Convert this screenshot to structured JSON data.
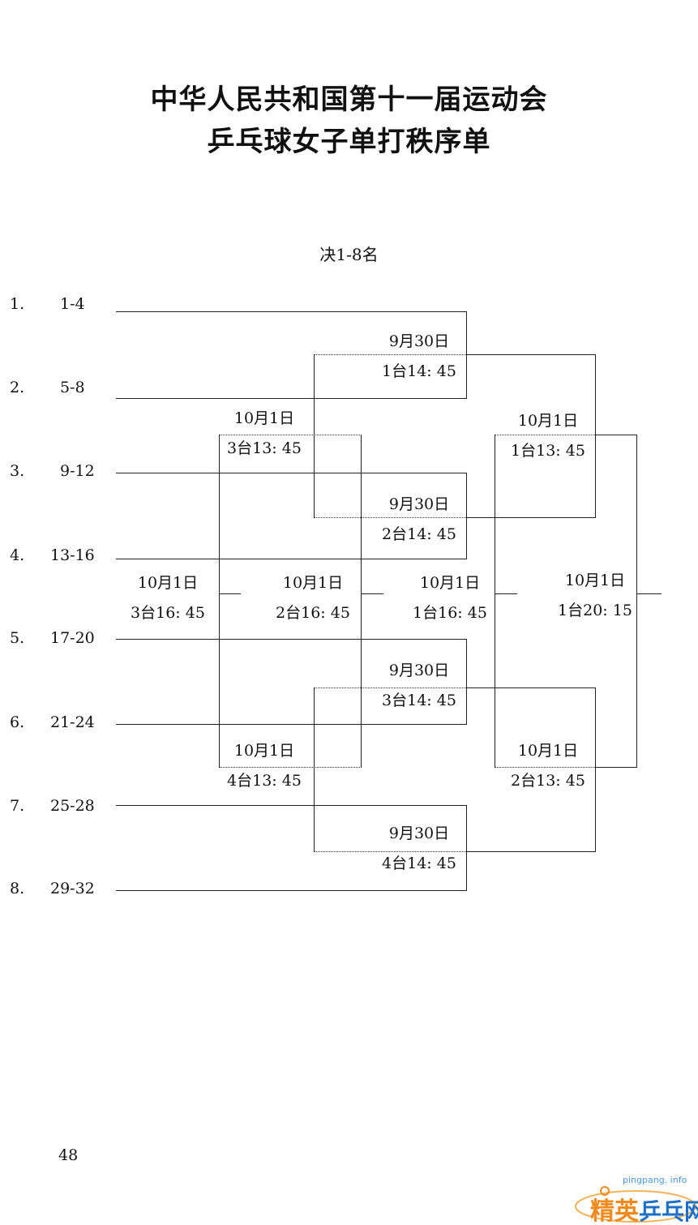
{
  "title": {
    "line1": "中华人民共和国第十一届运动会",
    "line2": "乒乓球女子单打秩序单"
  },
  "subtitle": "决1-8名",
  "seeds": [
    {
      "num": "1.",
      "range": "1-4"
    },
    {
      "num": "2.",
      "range": "5-8"
    },
    {
      "num": "3.",
      "range": "9-12"
    },
    {
      "num": "4.",
      "range": "13-16"
    },
    {
      "num": "5.",
      "range": "17-20"
    },
    {
      "num": "6.",
      "range": "21-24"
    },
    {
      "num": "7.",
      "range": "25-28"
    },
    {
      "num": "8.",
      "range": "29-32"
    }
  ],
  "matches": [
    {
      "date": "9月30日",
      "slot": "1台14: 45"
    },
    {
      "date": "9月30日",
      "slot": "2台14: 45"
    },
    {
      "date": "9月30日",
      "slot": "3台14: 45"
    },
    {
      "date": "9月30日",
      "slot": "4台14: 45"
    },
    {
      "date": "10月1日",
      "slot": "3台13: 45"
    },
    {
      "date": "10月1日",
      "slot": "4台13: 45"
    },
    {
      "date": "10月1日",
      "slot": "1台13: 45"
    },
    {
      "date": "10月1日",
      "slot": "2台13: 45"
    },
    {
      "date": "10月1日",
      "slot": "3台16: 45"
    },
    {
      "date": "10月1日",
      "slot": "2台16: 45"
    },
    {
      "date": "10月1日",
      "slot": "1台16: 45"
    },
    {
      "date": "10月1日",
      "slot": "1台20: 15"
    }
  ],
  "page_number": "48",
  "watermark": {
    "url": "pingpang. info",
    "logo_text": "精英乒乓网",
    "logo_colors": [
      "#f08a1c",
      "#1e6fc8"
    ]
  }
}
